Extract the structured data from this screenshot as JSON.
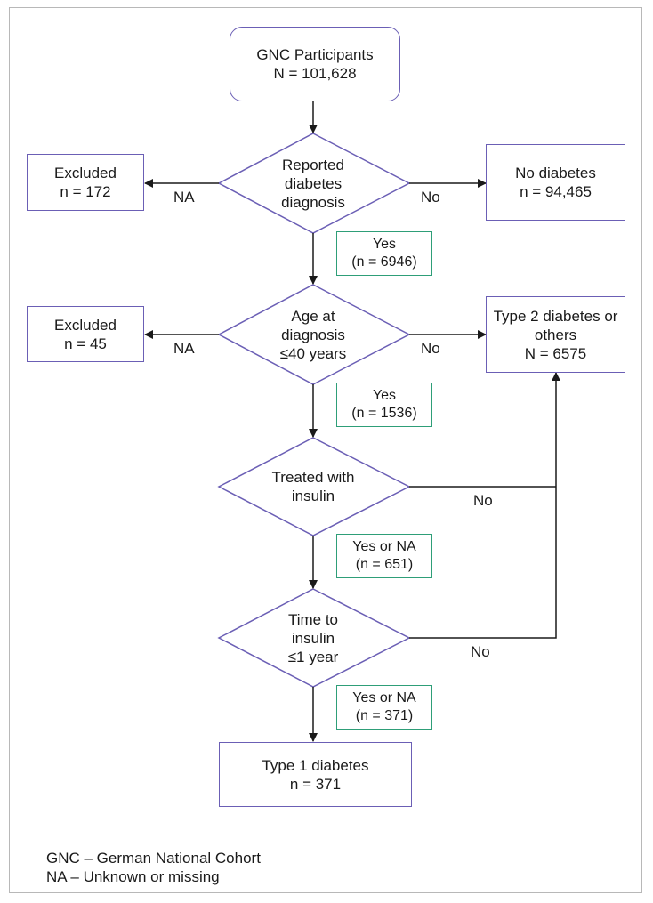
{
  "nodes": {
    "start": {
      "line1": "GNC Participants",
      "line2": "N = 101,628"
    },
    "reported": {
      "line1": "Reported",
      "line2": "diabetes",
      "line3": "diagnosis"
    },
    "excluded1": {
      "line1": "Excluded",
      "line2": "n = 172"
    },
    "nodiabetes": {
      "line1": "No diabetes",
      "line2": "n = 94,465"
    },
    "yes1": {
      "line1": "Yes",
      "line2": "(n = 6946)"
    },
    "age": {
      "line1": "Age at",
      "line2": "diagnosis",
      "line3": "≤40 years"
    },
    "excluded2": {
      "line1": "Excluded",
      "line2": "n = 45"
    },
    "type2": {
      "line1": "Type 2 diabetes or",
      "line2": "others",
      "line3": "N = 6575"
    },
    "yes2": {
      "line1": "Yes",
      "line2": "(n = 1536)"
    },
    "insulin": {
      "line1": "Treated with",
      "line2": "insulin"
    },
    "yes3": {
      "line1": "Yes or NA",
      "line2": "(n = 651)"
    },
    "time": {
      "line1": "Time to",
      "line2": "insulin",
      "line3": "≤1 year"
    },
    "yes4": {
      "line1": "Yes or NA",
      "line2": "(n = 371)"
    },
    "type1": {
      "line1": "Type 1 diabetes",
      "line2": "n = 371"
    }
  },
  "edge_labels": {
    "na1": "NA",
    "no1": "No",
    "na2": "NA",
    "no2": "No",
    "no3": "No",
    "no4": "No"
  },
  "legend": {
    "gnc": "GNC – German National Cohort",
    "na": "NA – Unknown or missing"
  },
  "colors": {
    "box_border": "#6b5fb5",
    "count_border": "#2e9e78",
    "arrow": "#1a1a1a"
  }
}
